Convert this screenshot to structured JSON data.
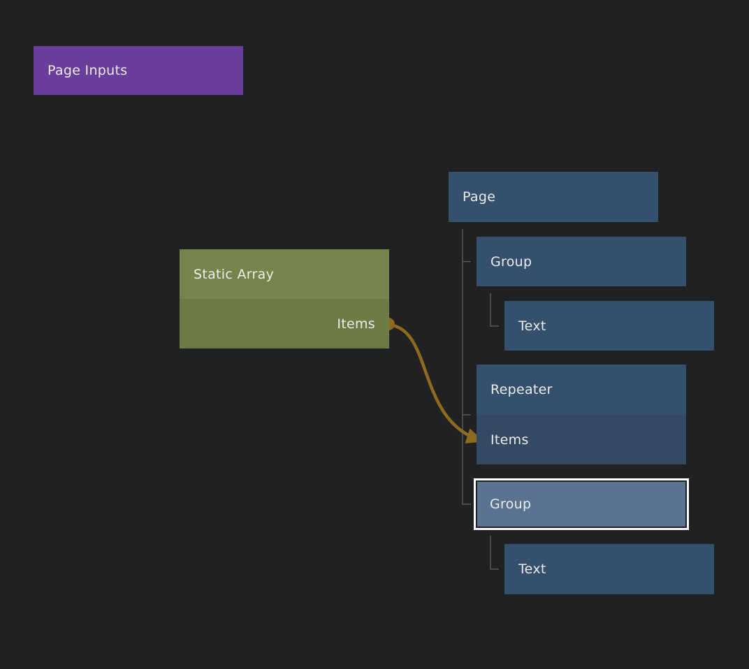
{
  "canvas": {
    "background_color": "#202122",
    "tree_line_color": "#56585B"
  },
  "page_inputs_node": {
    "label": "Page Inputs",
    "color": "#683D9C"
  },
  "static_array_node": {
    "title": "Static Array",
    "header_color": "#76854B",
    "body_color": "#6D7C45",
    "output_label": "Items"
  },
  "component_tree": {
    "page_node": {
      "label": "Page"
    },
    "group_node": {
      "label": "Group"
    },
    "text_node": {
      "label": "Text"
    },
    "repeater_node": {
      "label": "Repeater",
      "input_label": "Items"
    },
    "selected_group_node": {
      "label": "Group",
      "selected": true
    },
    "text_node_2": {
      "label": "Text"
    },
    "node_color": "#35506C",
    "input_section_color": "#334A62",
    "selected_fill_color": "#5A7391",
    "selection_border_color": "#FFFFFF"
  },
  "connection": {
    "from": "Static Array / Items",
    "to": "Repeater / Items",
    "color": "#8E6A21"
  }
}
